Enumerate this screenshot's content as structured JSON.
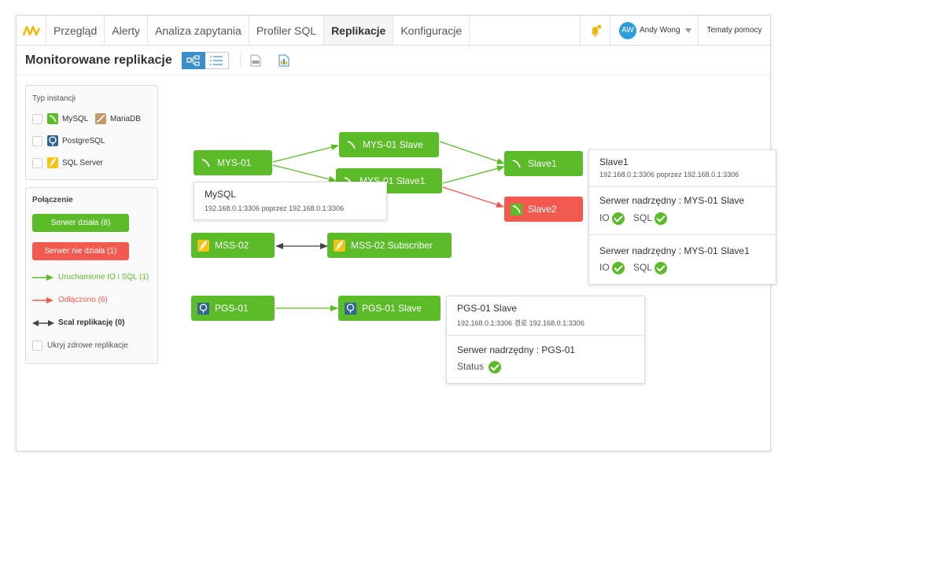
{
  "nav": {
    "tabs": [
      {
        "label": "Przegląd"
      },
      {
        "label": "Alerty"
      },
      {
        "label": "Analiza zapytania"
      },
      {
        "label": "Profiler SQL"
      },
      {
        "label": "Replikacje"
      },
      {
        "label": "Konfiguracje"
      }
    ],
    "active_tab": "Replikacje",
    "user": {
      "initials": "AW",
      "name": "Andy Wong"
    },
    "help_label": "Tematy pomocy"
  },
  "header": {
    "title": "Monitorowane replikacje"
  },
  "filters": {
    "instance_type_title": "Typ instancji",
    "instance_types": [
      {
        "label": "MySQL",
        "icon": "mysql-icon",
        "color": "#5cbb28"
      },
      {
        "label": "MariaDB",
        "icon": "mariadb-icon",
        "color": "#c49a6c"
      },
      {
        "label": "PostgreSQL",
        "icon": "postgresql-icon",
        "color": "#336791"
      },
      {
        "label": "SQL Server",
        "icon": "sqlserver-icon",
        "color": "#f7c213"
      }
    ],
    "connection_title": "Połączenie",
    "server_up": "Serwer działa (8)",
    "server_down": "Serwer nie działa (1)",
    "legend": [
      {
        "label": "Uruchamione IO i SQL (1)",
        "color": "#5cbb28"
      },
      {
        "label": "Odłączono (6)",
        "color": "#f25a4f"
      },
      {
        "label": "Scal replikację (0)",
        "color": "#444444"
      }
    ],
    "hide_healthy": "Ukryj zdrowe replikacje"
  },
  "nodes": {
    "mys01": "MYS-01",
    "mys01slave": "MYS-01 Slave",
    "mys01slave1": "MYS-01 Slave1",
    "slave1": "Slave1",
    "slave2": "Slave2",
    "mss02": "MSS-02",
    "mss02sub": "MSS-02 Subscriber",
    "pgs01": "PGS-01",
    "pgs01slave": "PGS-01 Slave"
  },
  "tooltips": {
    "mysql": {
      "title": "MySQL",
      "address": "192.168.0.1:3306 poprzez 192.168.0.1:3306"
    },
    "slave1": {
      "title": "Slave1",
      "address": "192.168.0.1:3306 poprzez 192.168.0.1:3306",
      "master1": "Serwer nadrzędny : MYS-01 Slave",
      "master2": "Serwer nadrzędny : MYS-01 Slave1",
      "io": "IO",
      "sql": "SQL"
    },
    "pgs": {
      "title": "PGS-01 Slave",
      "address": "192.168.0.1:3306 경로 192.168.0.1:3306",
      "master": "Serwer nadrzędny  : PGS-01",
      "status": "Status"
    }
  },
  "colors": {
    "ok": "#5cbb28",
    "down": "#f25a4f",
    "accent": "#3a8fc9",
    "merge": "#444444"
  }
}
